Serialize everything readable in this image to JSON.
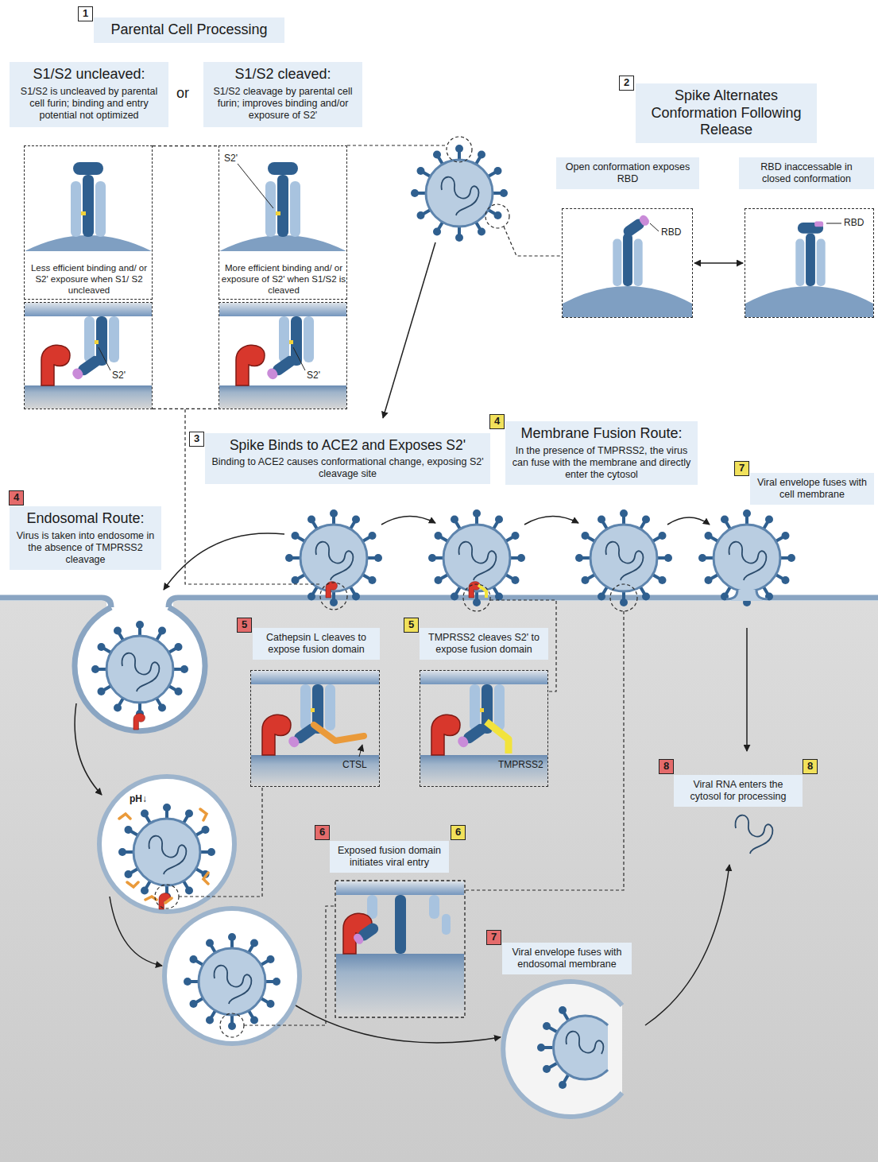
{
  "diagram": {
    "nodes": [
      {
        "text": [
          "Parental Cell Processing"
        ]
      },
      {
        "text": [
          "S1/S2 uncleaved:",
          "S1/S2 is uncleaved by parental cell furin; binding and entry potential not optimized"
        ]
      },
      {
        "text": [
          "S1/S2 cleaved:",
          "S1/S2 cleavage by parental cell furin; improves binding and/or exposure of S2'"
        ]
      },
      {
        "text": [
          "Spike Alternates Conformation Following Release"
        ]
      },
      {
        "text": [
          "Open conformation exposes RBD"
        ]
      },
      {
        "text": [
          "RBD inaccessable in closed conformation"
        ]
      },
      {
        "text": [
          "Less efficient binding and/ or S2' exposure when S1/ S2 uncleaved"
        ]
      },
      {
        "text": [
          "S2'"
        ]
      },
      {
        "text": [
          "S2'",
          "More efficient binding and/ or exposure of S2' when S1/S2 is cleaved"
        ]
      },
      {
        "text": [
          "S2'"
        ]
      },
      {
        "text": [
          "RBD"
        ]
      },
      {
        "text": [
          "RBD"
        ]
      },
      {
        "text": [
          "Spike Binds to ACE2 and Exposes S2'",
          "Binding to ACE2 causes conformational change, exposing S2' cleavage site"
        ]
      },
      {
        "text": [
          "Membrane Fusion Route:",
          "In the presence of TMPRSS2, the virus can fuse with the membrane and directly enter the cytosol"
        ]
      },
      {
        "text": [
          "Viral envelope fuses with cell membrane"
        ]
      },
      {
        "text": [
          "Endosomal Route:",
          "Virus is taken into endosome in the absence of TMPRSS2 cleavage"
        ]
      },
      {
        "text": [
          "Cathepsin L cleaves to expose fusion domain"
        ]
      },
      {
        "text": [
          "TMPRSS2 cleaves S2' to expose fusion domain"
        ]
      },
      {
        "text": [
          "CTSL"
        ]
      },
      {
        "text": [
          "TMPRSS2"
        ]
      },
      {
        "text": [
          "Exposed fusion domain initiates viral entry"
        ]
      },
      {
        "text": [
          "Viral envelope fuses with endosomal membrane"
        ]
      },
      {
        "text": [
          "Viral RNA enters the cytosol for processing"
        ]
      }
    ],
    "edges": [
      {
        "from": 6,
        "to": 8,
        "arrow": "none"
      },
      {
        "from": 7,
        "to": 9,
        "arrow": "none"
      },
      {
        "from": 10,
        "to": 11,
        "arrow": "both"
      }
    ],
    "labels": [
      "1",
      "or",
      "2",
      "3",
      "4",
      "7",
      "4",
      "5",
      "5",
      "pH↓",
      "6",
      "6",
      "7",
      "8",
      "8"
    ]
  }
}
